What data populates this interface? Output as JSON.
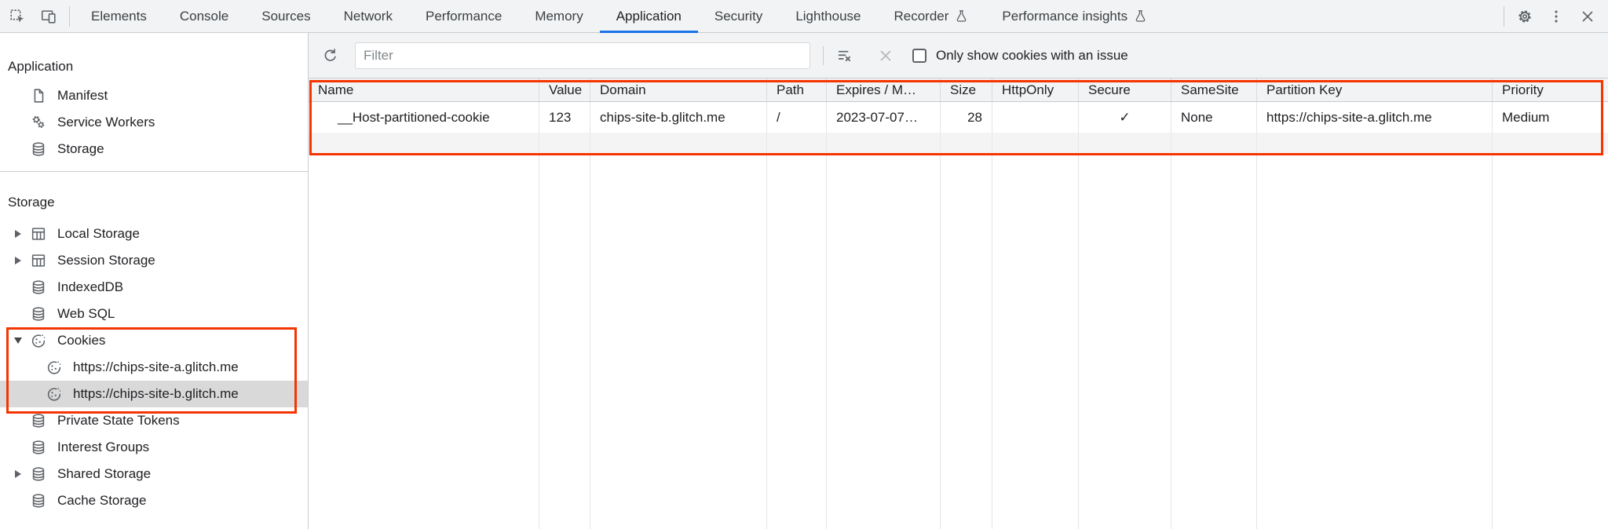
{
  "header": {
    "tabs": [
      {
        "label": "Elements"
      },
      {
        "label": "Console"
      },
      {
        "label": "Sources"
      },
      {
        "label": "Network"
      },
      {
        "label": "Performance"
      },
      {
        "label": "Memory"
      },
      {
        "label": "Application"
      },
      {
        "label": "Security"
      },
      {
        "label": "Lighthouse"
      },
      {
        "label": "Recorder"
      },
      {
        "label": "Performance insights"
      }
    ],
    "selected_tab": "Application"
  },
  "sidebar": {
    "application_section": {
      "title": "Application",
      "items": [
        {
          "label": "Manifest",
          "icon": "file-icon"
        },
        {
          "label": "Service Workers",
          "icon": "service-workers-icon"
        },
        {
          "label": "Storage",
          "icon": "database-icon"
        }
      ]
    },
    "storage_section": {
      "title": "Storage",
      "items": [
        {
          "label": "Local Storage",
          "icon": "table-icon",
          "expandable": true
        },
        {
          "label": "Session Storage",
          "icon": "table-icon",
          "expandable": true
        },
        {
          "label": "IndexedDB",
          "icon": "database-icon"
        },
        {
          "label": "Web SQL",
          "icon": "database-icon"
        },
        {
          "label": "Cookies",
          "icon": "cookie-icon",
          "expanded": true
        },
        {
          "label": "https://chips-site-a.glitch.me",
          "icon": "cookie-icon",
          "child": true
        },
        {
          "label": "https://chips-site-b.glitch.me",
          "icon": "cookie-icon",
          "child": true,
          "selected": true
        },
        {
          "label": "Private State Tokens",
          "icon": "database-icon"
        },
        {
          "label": "Interest Groups",
          "icon": "database-icon"
        },
        {
          "label": "Shared Storage",
          "icon": "database-icon",
          "expandable": true
        },
        {
          "label": "Cache Storage",
          "icon": "database-icon"
        }
      ]
    }
  },
  "toolbar": {
    "filter_placeholder": "Filter",
    "filter_value": "",
    "only_issue_label": "Only show cookies with an issue",
    "only_issue_checked": false
  },
  "cookies_table": {
    "columns": [
      "Name",
      "Value",
      "Domain",
      "Path",
      "Expires / M…",
      "Size",
      "HttpOnly",
      "Secure",
      "SameSite",
      "Partition Key",
      "Priority"
    ],
    "row": {
      "name": "__Host-partitioned-cookie",
      "value": "123",
      "domain": "chips-site-b.glitch.me",
      "path": "/",
      "expires": "2023-07-07…",
      "size": "28",
      "http_only": "",
      "secure": "✓",
      "same_site": "None",
      "partition_key": "https://chips-site-a.glitch.me",
      "priority": "Medium"
    }
  },
  "colors": {
    "accent_blue": "#1a73e8",
    "annotation_red": "#f43500",
    "selected_item_bg": "#d9d9d9"
  }
}
